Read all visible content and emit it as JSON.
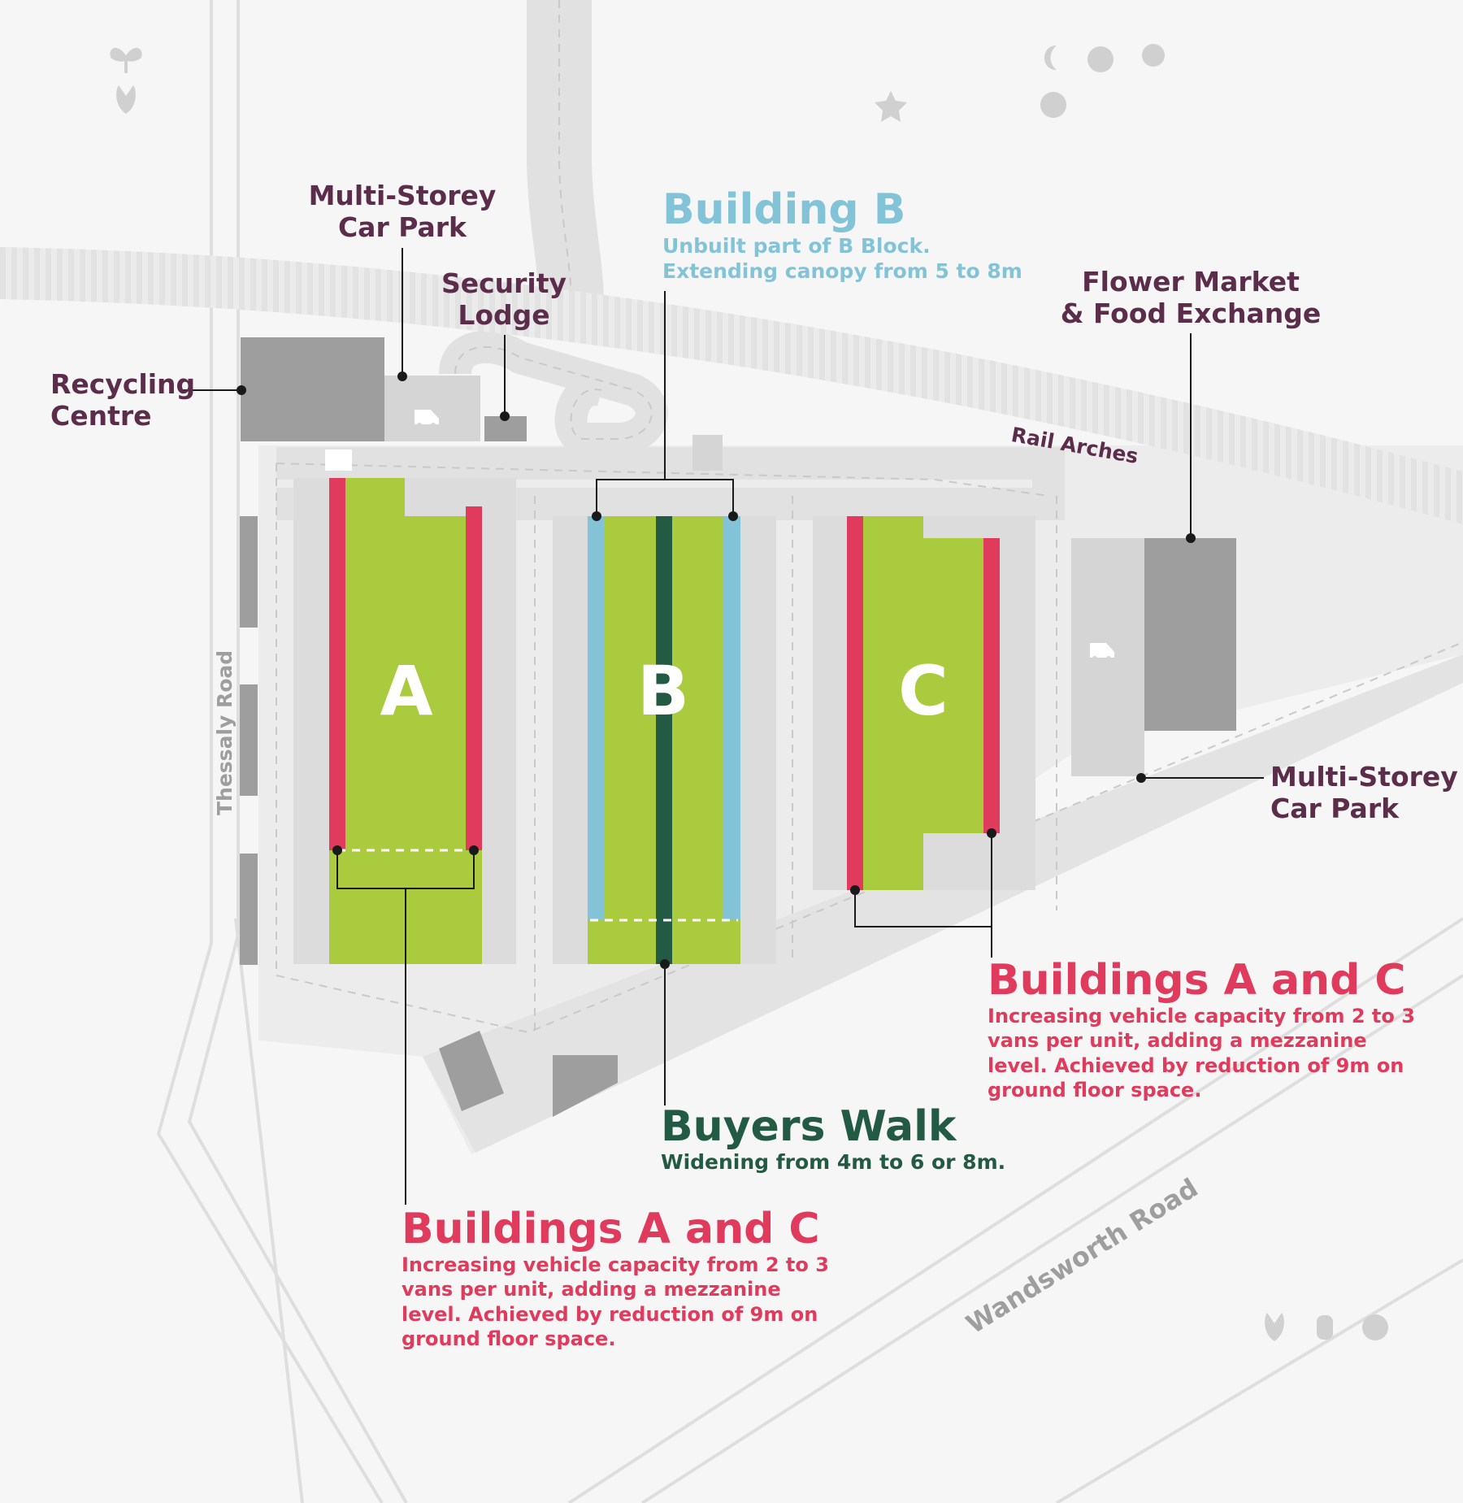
{
  "map": {
    "roads": {
      "thessaly": "Thessaly Road",
      "wandsworth": "Wandsworth Road",
      "rail": "Rail Arches"
    },
    "labels": {
      "multi_storey_top_1": "Multi-Storey",
      "multi_storey_top_2": "Car Park",
      "security_1": "Security",
      "security_2": "Lodge",
      "recycling_1": "Recycling",
      "recycling_2": "Centre",
      "flower_1": "Flower Market",
      "flower_2": "& Food Exchange",
      "multi_storey_right_1": "Multi-Storey",
      "multi_storey_right_2": "Car Park"
    },
    "buildings": {
      "a": "A",
      "b": "B",
      "c": "C"
    },
    "callouts": {
      "building_b": {
        "title": "Building B",
        "line1": "Unbuilt part of B Block.",
        "line2": "Extending canopy from 5 to 8m"
      },
      "buildings_ac_right": {
        "title": "Buildings A and C",
        "line1": "Increasing vehicle capacity from 2 to 3",
        "line2": "vans per unit, adding a mezzanine",
        "line3": "level. Achieved by reduction of 9m on",
        "line4": "ground floor space."
      },
      "buildings_ac_bottom": {
        "title": "Buildings A and C",
        "line1": "Increasing vehicle capacity from 2 to 3",
        "line2": "vans per unit, adding a mezzanine",
        "line3": "level. Achieved by reduction of 9m on",
        "line4": "ground floor space."
      },
      "buyers_walk": {
        "title": "Buyers Walk",
        "line1": "Widening from 4m to 6 or 8m."
      }
    },
    "colors": {
      "building_green": "#abcb3f",
      "red_canopy": "#e03a5c",
      "blue_canopy": "#82c3d8",
      "buyers_walk": "#235a44",
      "dark_grey": "#9e9e9e",
      "light_grey": "#dcdcdc",
      "plum_text": "#5b2d4b"
    },
    "icons": [
      "sprout-icon",
      "tulip-icon",
      "moon-icon",
      "apple-icon",
      "lotus-icon",
      "flower-icon",
      "rose-icon",
      "van-icon"
    ]
  }
}
